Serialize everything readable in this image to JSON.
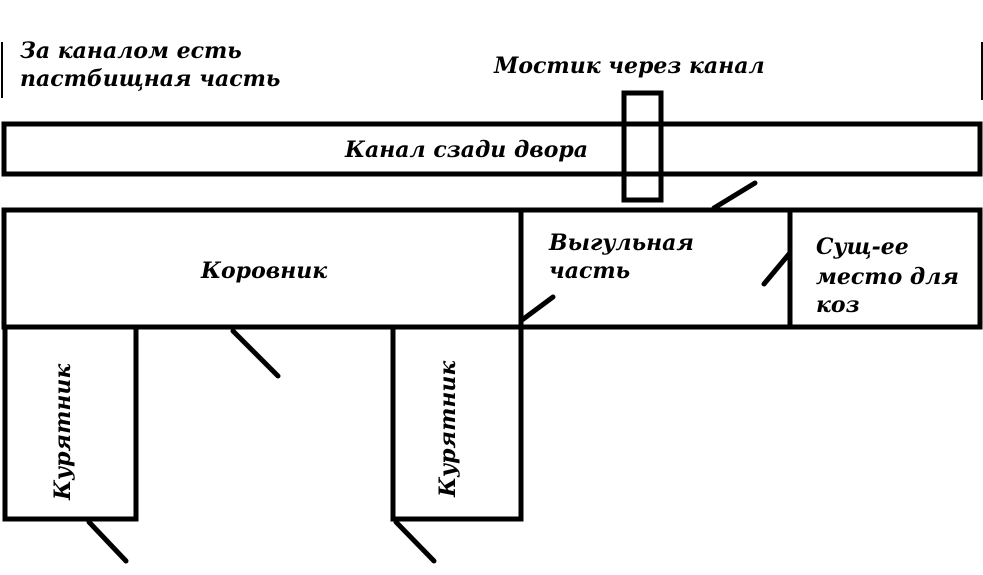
{
  "diagram": {
    "type": "farmyard-plan",
    "colors": {
      "stroke": "#000000",
      "background": "#ffffff"
    },
    "labels": {
      "pasture_note_line1": "За каналом есть",
      "pasture_note_line2": "пастбищная часть",
      "bridge": "Мостик через канал",
      "canal": "Канал сзади двора",
      "cowshed": "Коровник",
      "yard_line1": "Выгульная",
      "yard_line2": "часть",
      "goats_line1": "Сущ-ее",
      "goats_line2": "место для",
      "goats_line3": "коз",
      "coop_left": "Курятник",
      "coop_right": "Курятник"
    },
    "rooms": [
      {
        "id": "canal",
        "name": "Канал сзади двора"
      },
      {
        "id": "bridge",
        "name": "Мостик через канал"
      },
      {
        "id": "cowshed",
        "name": "Коровник"
      },
      {
        "id": "yard",
        "name": "Выгульная часть"
      },
      {
        "id": "goats",
        "name": "Сущ-ее место для коз"
      },
      {
        "id": "coop-left",
        "name": "Курятник"
      },
      {
        "id": "coop-right",
        "name": "Курятник"
      }
    ],
    "door_count": 6
  }
}
